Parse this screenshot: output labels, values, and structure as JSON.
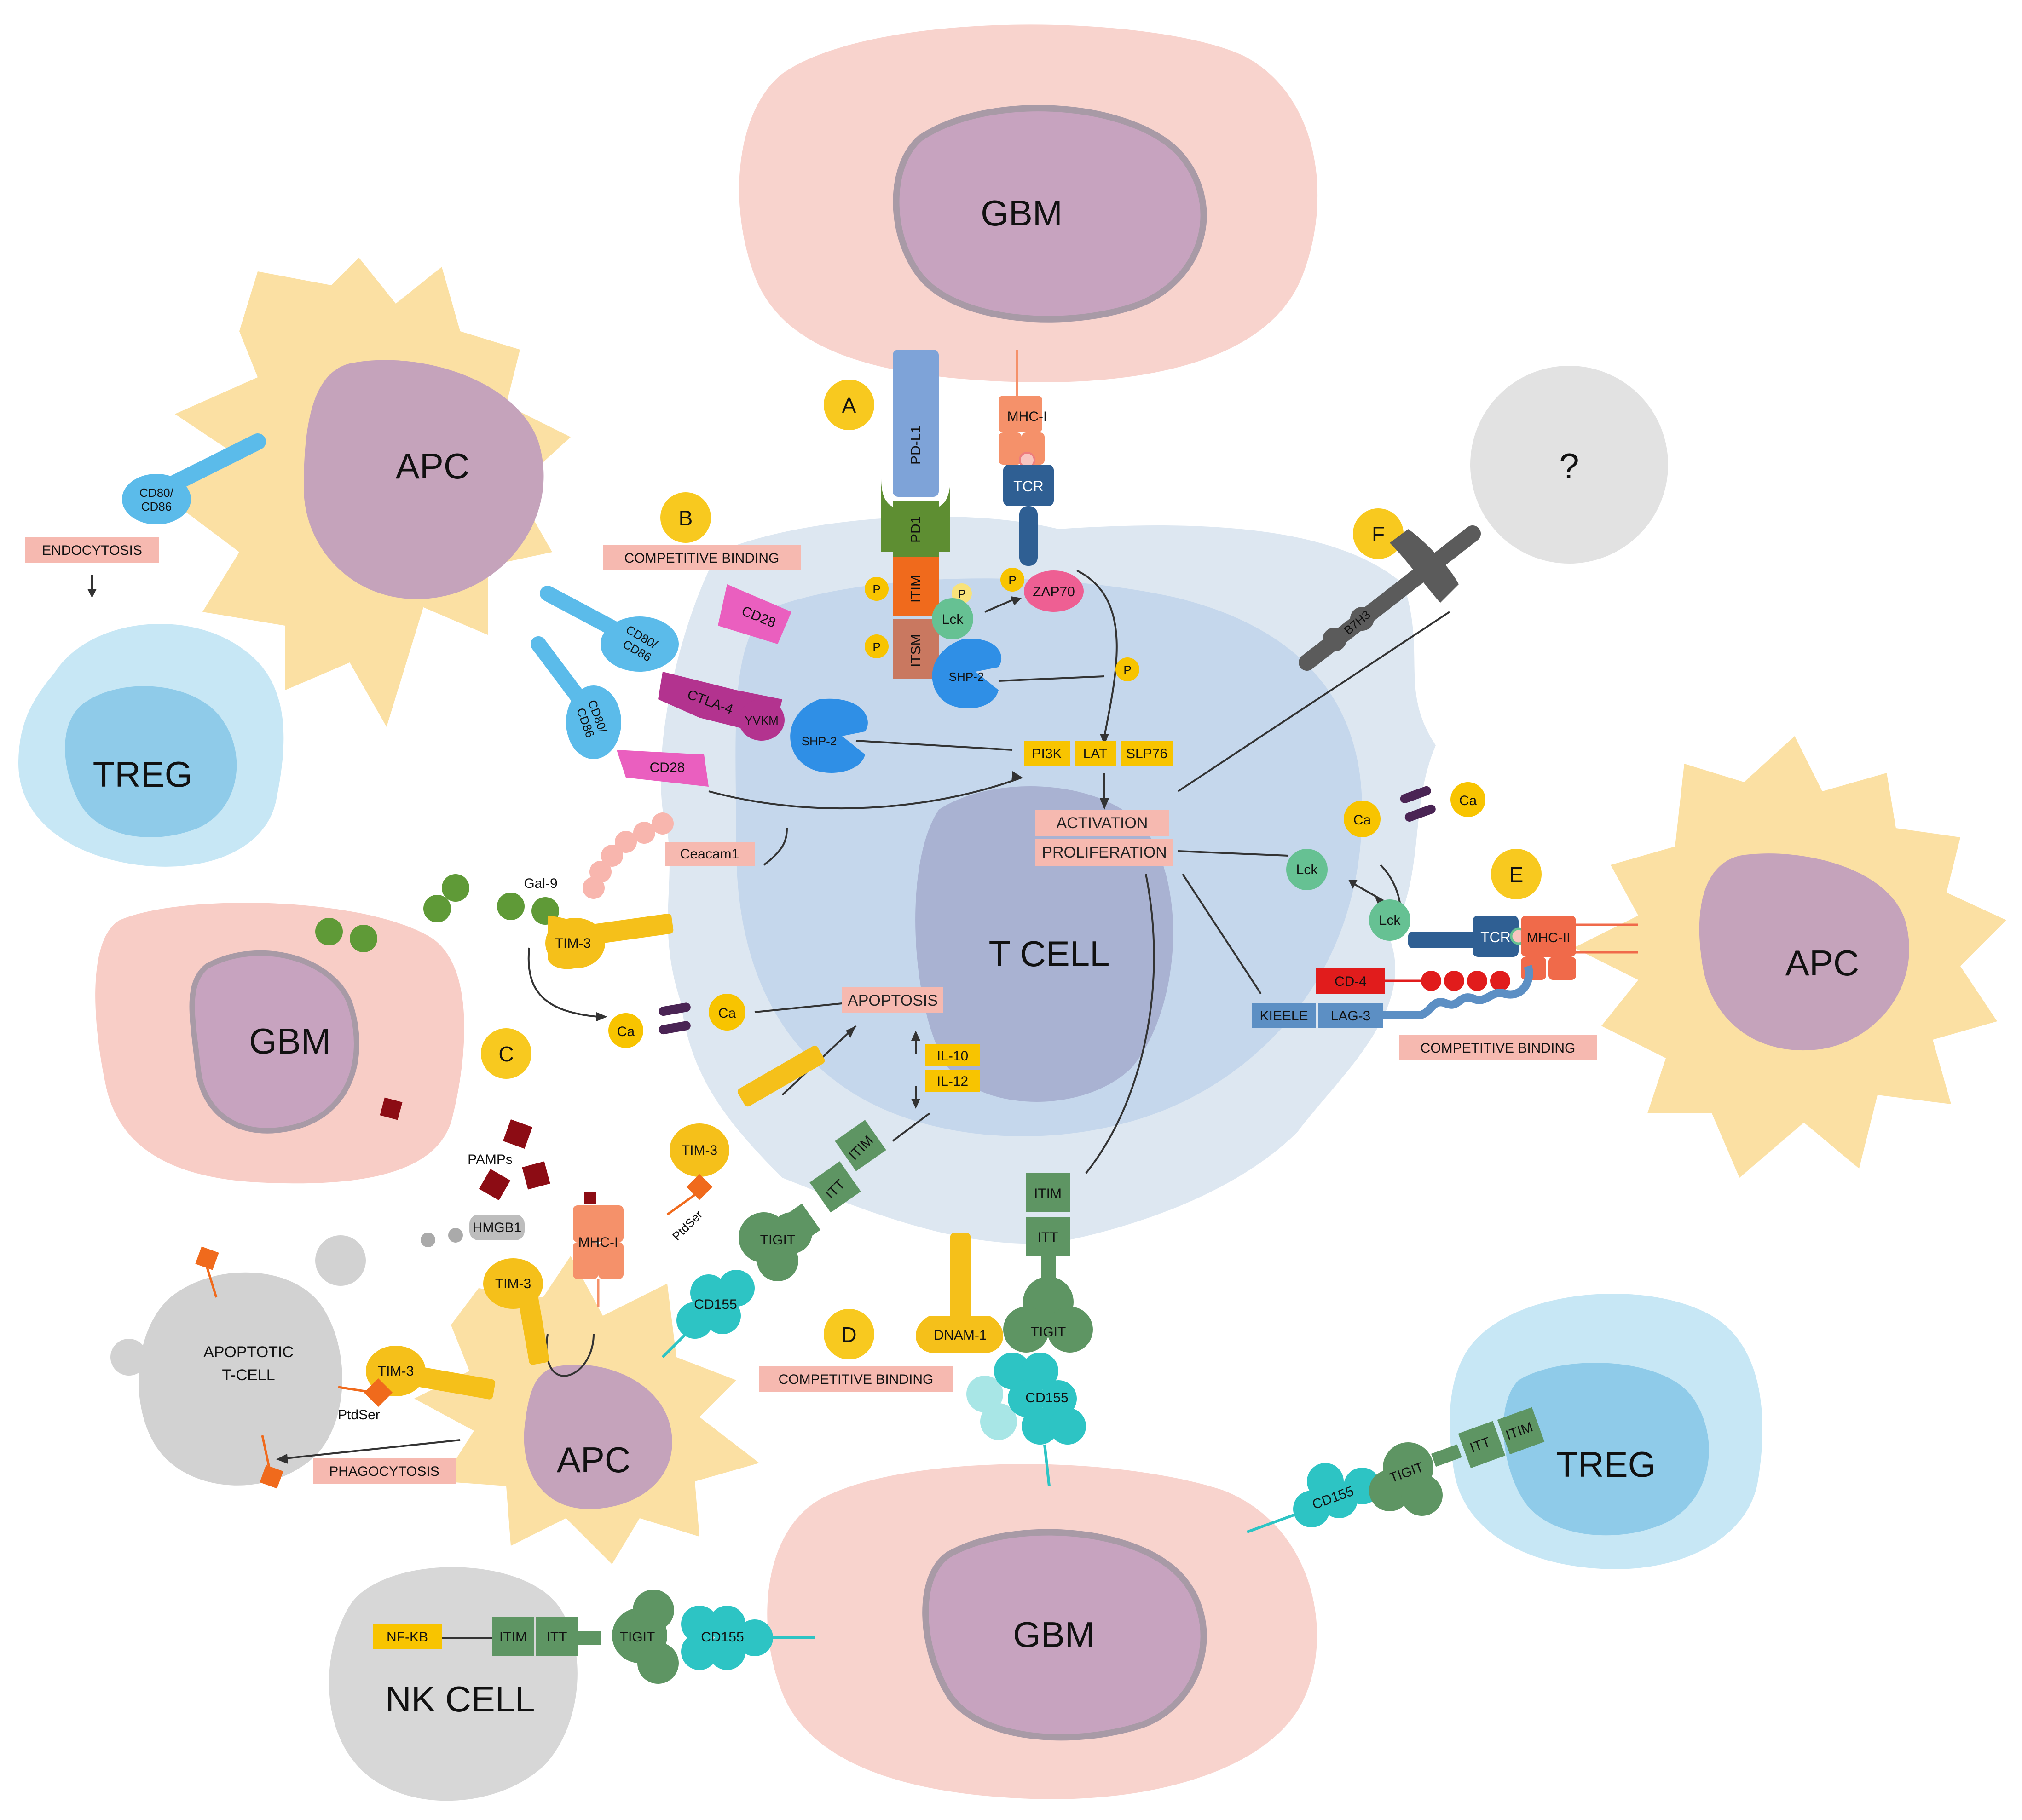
{
  "cells": {
    "t_cell": "T CELL",
    "gbm_top": "GBM",
    "gbm_left": "GBM",
    "gbm_bottom": "GBM",
    "apc_top": "APC",
    "apc_right": "APC",
    "apc_bottom": "APC",
    "treg_left": "TREG",
    "treg_right": "TREG",
    "nk_cell": "NK CELL",
    "apoptotic": [
      "APOPTOTIC",
      "T-CELL"
    ],
    "unknown": "?"
  },
  "panels": [
    "A",
    "B",
    "C",
    "D",
    "E",
    "F"
  ],
  "boxes": {
    "endocytosis": "ENDOCYTOSIS",
    "competitive_binding_b": "COMPETITIVE BINDING",
    "competitive_binding_d": "COMPETITIVE BINDING",
    "competitive_binding_e": "COMPETITIVE BINDING",
    "activation": "ACTIVATION",
    "proliferation": "PROLIFERATION",
    "apoptosis": "APOPTOSIS",
    "phagocytosis": "PHAGOCYTOSIS",
    "ceacam1": "Ceacam1"
  },
  "molecules": {
    "pd_l1": "PD-L1",
    "pd1": "PD1",
    "itim": "ITIM",
    "itsm": "ITSM",
    "mhc_i": "MHC-I",
    "tcr": "TCR",
    "zap70": "ZAP70",
    "lck": "Lck",
    "shp2": "SHP-2",
    "p": "P",
    "pi3k": "PI3K",
    "lat": "LAT",
    "slp76": "SLP76",
    "cd80_cd86": [
      "CD80/",
      "CD86"
    ],
    "cd28": "CD28",
    "ctla4": "CTLA-4",
    "yvkm": "YVKM",
    "gal9": "Gal-9",
    "tim3": "TIM-3",
    "ca": "Ca",
    "il10": "IL-10",
    "il12": "IL-12",
    "ptdser": "PtdSer",
    "pamps": "PAMPs",
    "hmgb1": "HMGB1",
    "itt": "ITT",
    "tigit": "TIGIT",
    "cd155": "CD155",
    "dnam1": "DNAM-1",
    "b7h3": "B7H3",
    "mhc_ii": "MHC-II",
    "cd4": "CD-4",
    "kieele": "KIEELE",
    "lag3": "LAG-3",
    "nfkb": "NF-KB"
  },
  "colors": {
    "gbm": "#f7c9c3",
    "nucleus": "#b79ab8",
    "apc": "#fbd98c",
    "treg": "#a9d8f0",
    "tcell": "#c9d8ea",
    "grey_cell": "#d3d3d3",
    "label_box": "#f6b9b0",
    "yellow_tag": "#f8c400",
    "pd_l1": "#7ea3d8",
    "pd1": "#5e8e32",
    "itim": "#f06a1c",
    "itsm": "#c97860",
    "mhc": "#f5916a",
    "tcr": "#2f5f93",
    "zap70": "#ee5f93",
    "lck": "#66c193",
    "shp2": "#2f8fe6",
    "cd80": "#5bbbea",
    "cd28": "#ea5fbf",
    "ctla4": "#b3338f",
    "tim3": "#f5c01a",
    "gal9": "#5f9a37",
    "tigit": "#5e9563",
    "cd155": "#2dc4c4",
    "b7h3": "#5b5b5b",
    "cd4": "#e11c1c",
    "lag3": "#5c8fc4",
    "calcium_channel": "#4a2454",
    "pamps": "#8c0c14"
  }
}
